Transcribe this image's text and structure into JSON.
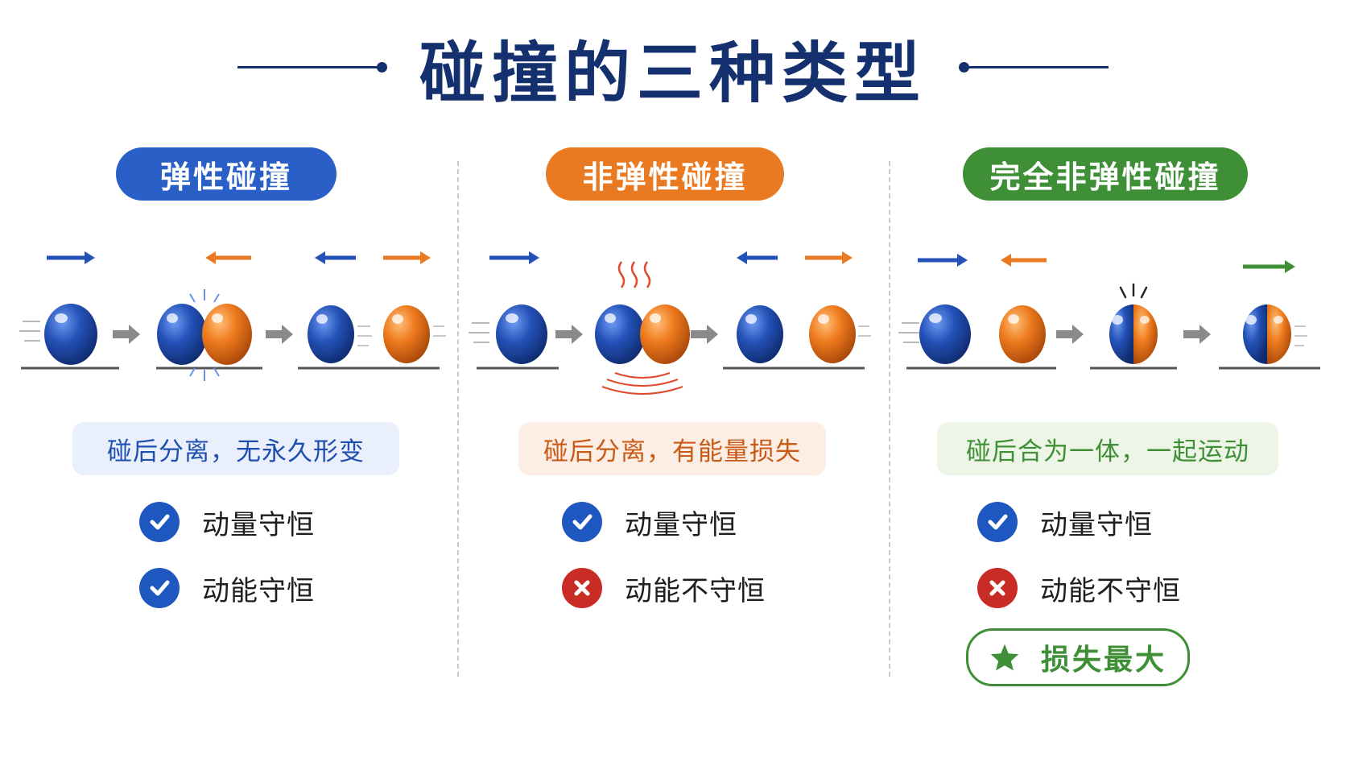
{
  "title": "碰撞的三种类型",
  "colors": {
    "title": "#15306e",
    "blue": "#2b5fc8",
    "orange": "#ea7a22",
    "green": "#3e8f36",
    "check": "#1f57c1",
    "cross": "#c92b25"
  },
  "types": [
    {
      "label": "弹性碰撞",
      "description": "碰后分离，无永久形变",
      "checks": [
        {
          "text": "动量守恒",
          "status": "ok",
          "icon": "check-icon"
        },
        {
          "text": "动能守恒",
          "status": "ok",
          "icon": "check-icon"
        }
      ]
    },
    {
      "label": "非弹性碰撞",
      "description": "碰后分离，有能量损失",
      "checks": [
        {
          "text": "动量守恒",
          "status": "ok",
          "icon": "check-icon"
        },
        {
          "text": "动能不守恒",
          "status": "no",
          "icon": "cross-icon"
        }
      ]
    },
    {
      "label": "完全非弹性碰撞",
      "description": "碰后合为一体，一起运动",
      "checks": [
        {
          "text": "动量守恒",
          "status": "ok",
          "icon": "check-icon"
        },
        {
          "text": "动能不守恒",
          "status": "no",
          "icon": "cross-icon"
        }
      ],
      "highlight": {
        "text": "损失最大",
        "icon": "star-icon"
      }
    }
  ]
}
